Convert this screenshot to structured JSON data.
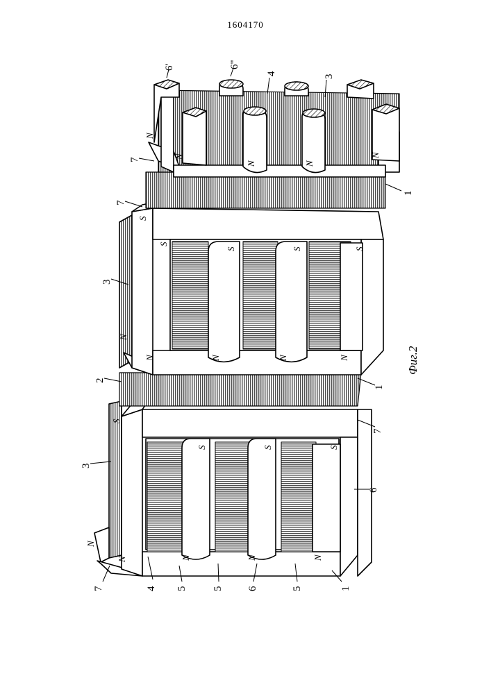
{
  "document": {
    "patent_number": "1604170",
    "figure_caption": "Фиг.2"
  },
  "labels": {
    "ref_1": "1",
    "ref_2": "2",
    "ref_3": "3",
    "ref_4": "4",
    "ref_5": "5",
    "ref_6": "6",
    "ref_6a": "6'",
    "ref_6b": "6\"",
    "ref_7": "7"
  },
  "poles": {
    "north": "N",
    "south": "S"
  }
}
